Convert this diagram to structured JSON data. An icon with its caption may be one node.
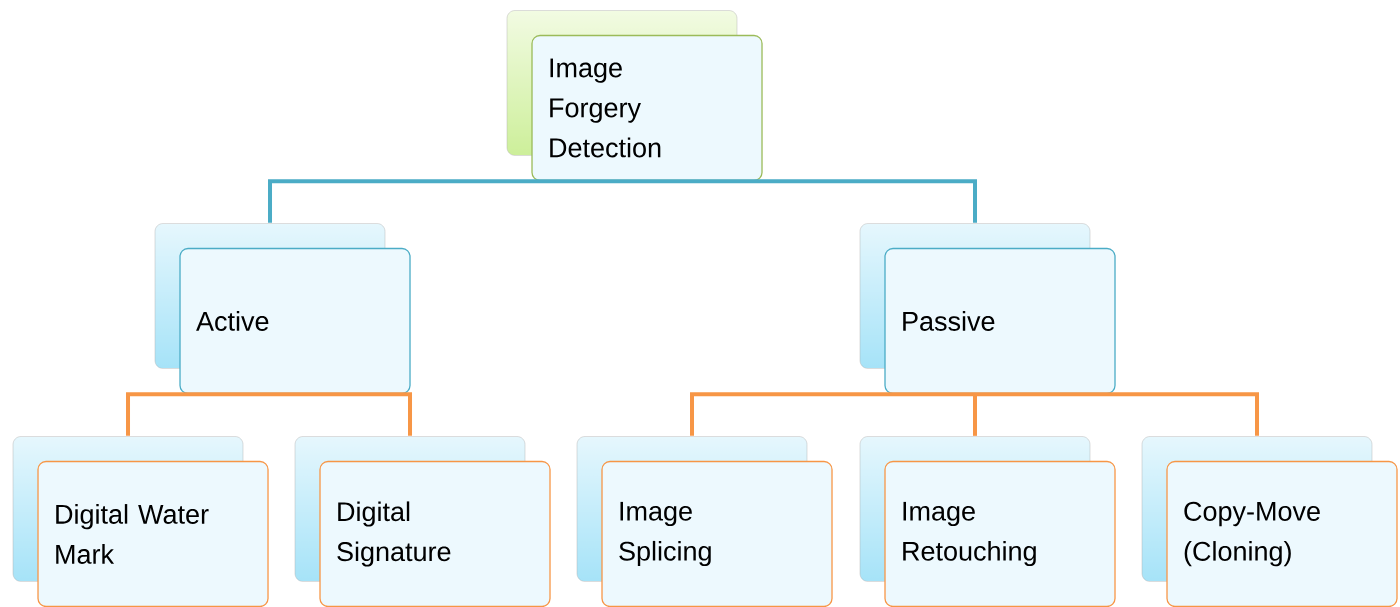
{
  "diagram": {
    "nodes": [
      {
        "text": [
          "Image Forgery Detection"
        ]
      },
      {
        "text": [
          "Active"
        ]
      },
      {
        "text": [
          "Passive"
        ]
      },
      {
        "text": [
          "Digital Water Mark"
        ]
      },
      {
        "text": [
          "Digital Signature"
        ]
      },
      {
        "text": [
          "Image Splicing"
        ]
      },
      {
        "text": [
          "Image Retouching"
        ]
      },
      {
        "text": [
          "Copy-Move (Cloning)"
        ]
      }
    ],
    "edges": [
      {
        "from": 0,
        "to": 1,
        "arrow": "none",
        "color": "#4bacc6"
      },
      {
        "from": 0,
        "to": 2,
        "arrow": "none",
        "color": "#4bacc6"
      },
      {
        "from": 1,
        "to": 3,
        "arrow": "none"
      },
      {
        "from": 1,
        "to": 4,
        "arrow": "none"
      },
      {
        "from": 2,
        "to": 5,
        "arrow": "none"
      },
      {
        "from": 2,
        "to": 6,
        "arrow": "none"
      },
      {
        "from": 2,
        "to": 7,
        "arrow": "none"
      }
    ]
  }
}
